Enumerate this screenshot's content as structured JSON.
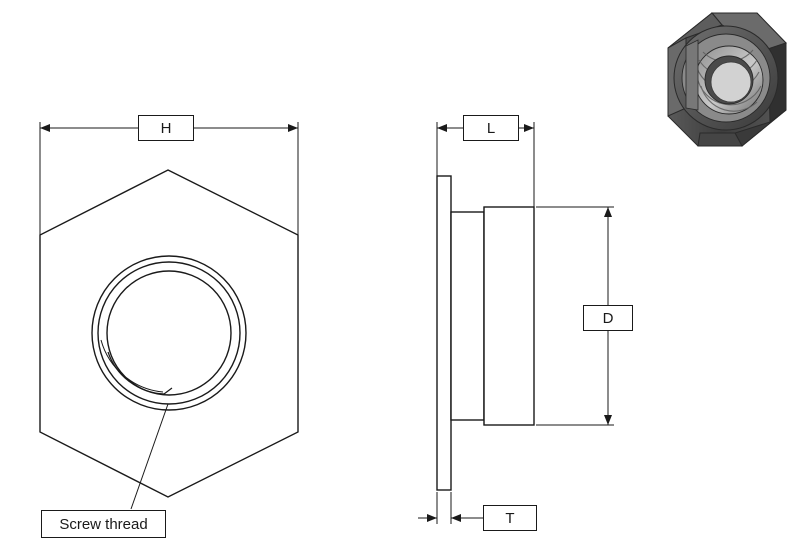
{
  "diagram": {
    "title": "Hex nut engineering drawing",
    "background_color": "#ffffff",
    "line_color": "#1a1a1a",
    "labels": {
      "height_across_flats": "H",
      "length": "L",
      "diameter": "D",
      "thickness": "T",
      "callout_screw_thread": "Screw thread"
    },
    "views": {
      "front": "hexagon front view with threaded bore",
      "side": "side section view with flange",
      "iso": "3D isometric rendering of hex nut"
    },
    "colors": {
      "metal_light": "#e8e8e8",
      "metal_mid": "#9a9a9a",
      "metal_dark": "#4d4d4d",
      "metal_shadow": "#2f2f2f"
    }
  }
}
